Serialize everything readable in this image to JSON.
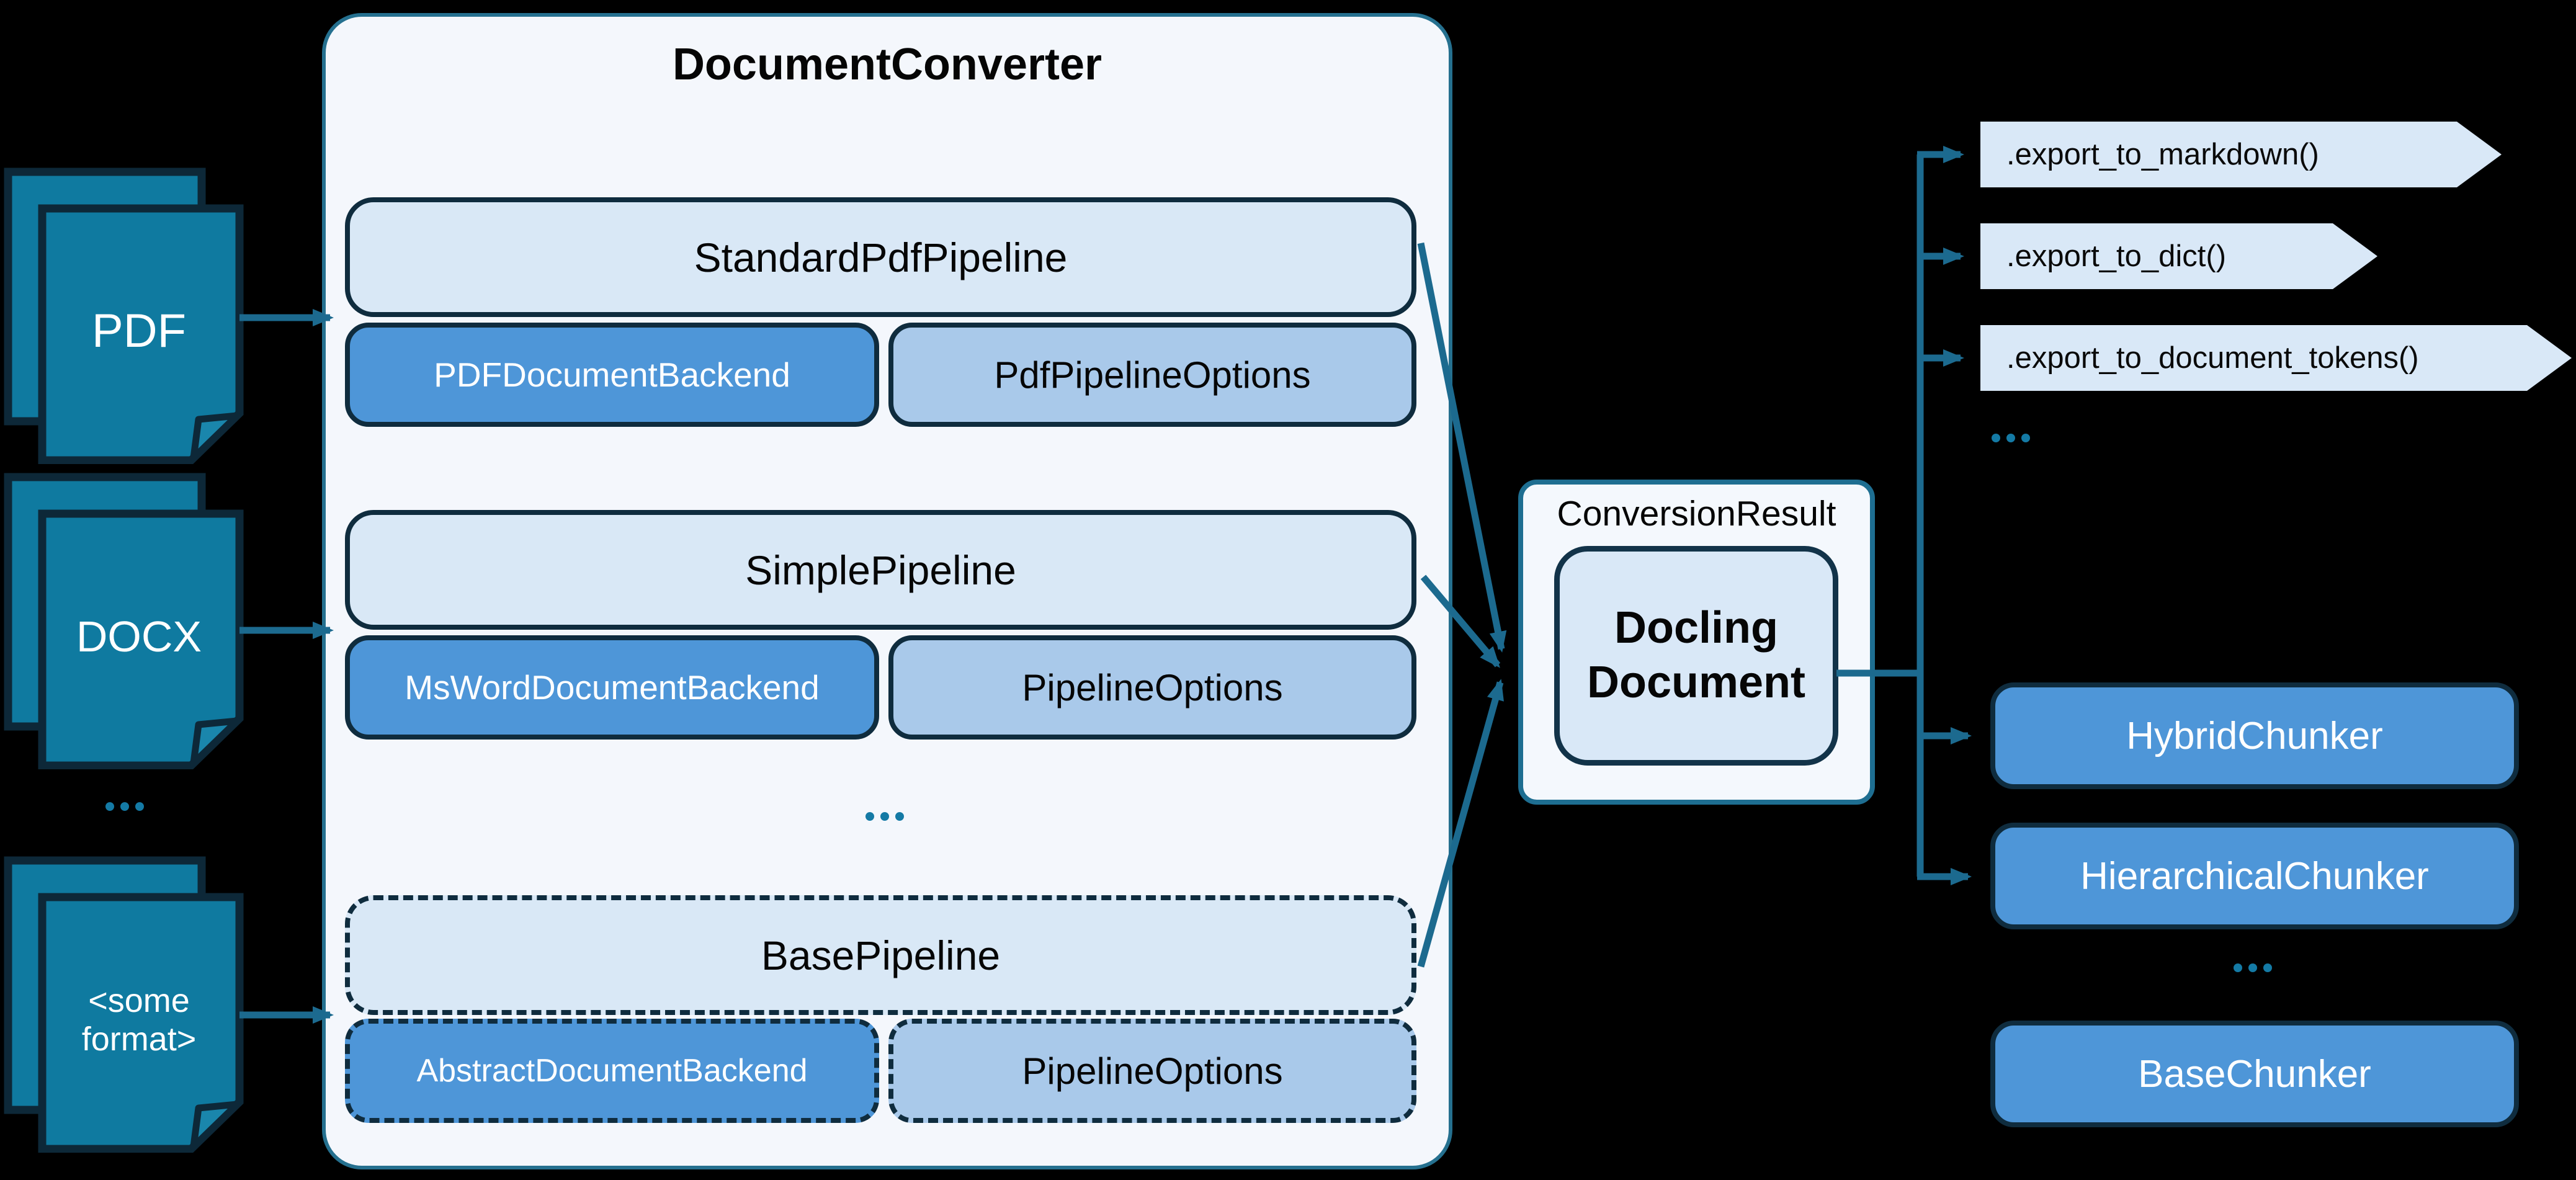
{
  "diagram": {
    "title": "DocumentConverter",
    "inputs": [
      {
        "label": "PDF"
      },
      {
        "label": "DOCX"
      },
      {
        "label": "<some format>"
      }
    ],
    "input_ellipsis": "...",
    "pipelines": [
      {
        "name": "StandardPdfPipeline",
        "backend": "PDFDocumentBackend",
        "options": "PdfPipelineOptions",
        "style": "solid"
      },
      {
        "name": "SimplePipeline",
        "backend": "MsWordDocumentBackend",
        "options": "PipelineOptions",
        "style": "solid"
      },
      {
        "name": "BasePipeline",
        "backend": "AbstractDocumentBackend",
        "options": "PipelineOptions",
        "style": "dashed"
      }
    ],
    "pipeline_ellipsis": "...",
    "result": {
      "label": "ConversionResult",
      "document": "Docling Document"
    },
    "exports": [
      {
        "label": ".export_to_markdown()"
      },
      {
        "label": ".export_to_dict()"
      },
      {
        "label": ".export_to_document_tokens()"
      }
    ],
    "export_ellipsis": "...",
    "chunkers": [
      {
        "label": "HybridChunker",
        "style": "solid"
      },
      {
        "label": "HierarchicalChunker",
        "style": "solid"
      },
      {
        "label": "BaseChunker",
        "style": "dashed"
      }
    ],
    "chunker_ellipsis": "...",
    "colors": {
      "background": "#000000",
      "teal_document": "#0F7AA0",
      "teal_arrow": "#1C6A8F",
      "teal_dots": "#147AA5",
      "navy_border": "#0F2C3E",
      "container_border": "#25708F",
      "container_fill": "#F4F7FC",
      "light_blue_fill": "#D9E8F6",
      "medium_blue_fill": "#4E96D8",
      "pale_blue_fill": "#A9C9EA",
      "result_border": "#1E6E91",
      "result_fill": "#F4F8FD"
    }
  }
}
